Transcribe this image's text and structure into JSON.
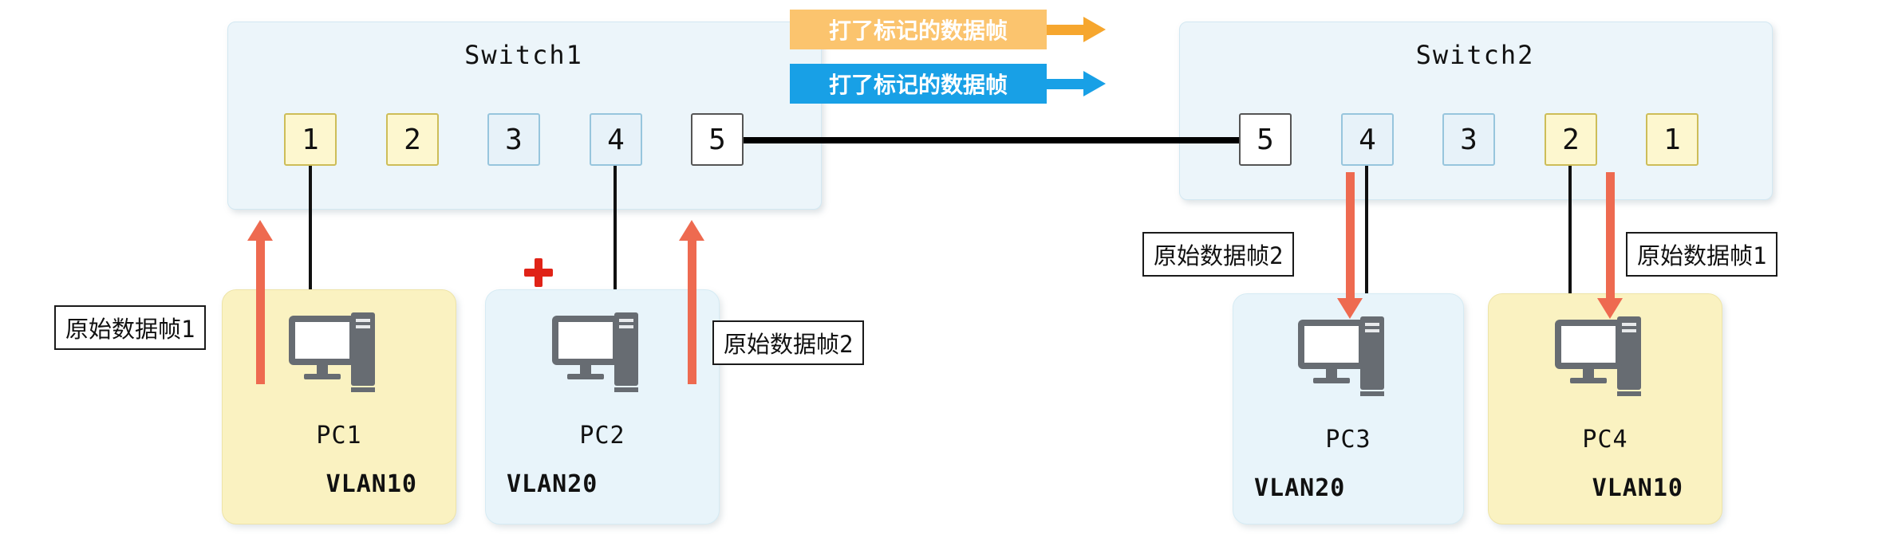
{
  "legend": {
    "items": [
      {
        "label": "打了标记的数据帧",
        "style": "orange",
        "bg": "#fbc46e",
        "arrow_color": "#f6a62e"
      },
      {
        "label": "打了标记的数据帧",
        "style": "blue",
        "bg": "#18a0e6",
        "arrow_color": "#18a0e6"
      }
    ]
  },
  "switch1": {
    "title": "Switch1",
    "ports": [
      {
        "label": "1",
        "color": "yellow"
      },
      {
        "label": "2",
        "color": "yellow"
      },
      {
        "label": "3",
        "color": "blue"
      },
      {
        "label": "4",
        "color": "blue"
      },
      {
        "label": "5",
        "color": "white"
      }
    ]
  },
  "switch2": {
    "title": "Switch2",
    "ports": [
      {
        "label": "5",
        "color": "white"
      },
      {
        "label": "4",
        "color": "blue"
      },
      {
        "label": "3",
        "color": "blue"
      },
      {
        "label": "2",
        "color": "yellow"
      },
      {
        "label": "1",
        "color": "yellow"
      }
    ]
  },
  "pcs": [
    {
      "name": "PC1",
      "vlan": "VLAN10"
    },
    {
      "name": "PC2",
      "vlan": "VLAN20"
    },
    {
      "name": "PC3",
      "vlan": "VLAN20"
    },
    {
      "name": "PC4",
      "vlan": "VLAN10"
    }
  ],
  "frame_labels": {
    "pc1": "原始数据帧1",
    "pc2": "原始数据帧2",
    "pc3": "原始数据帧2",
    "pc4": "原始数据帧1"
  },
  "icons": {
    "pc": "desktop-computer-icon",
    "pc2_marker": "red-plus-icon",
    "legend_arrow": "right-arrow-icon",
    "frame_up": "red-up-arrow-icon",
    "frame_down": "red-down-arrow-icon"
  },
  "colors": {
    "switch_bg": "#ecf5fa",
    "port_yellow_bg": "#fdf7cf",
    "port_blue_bg": "#e7f2f9",
    "port_white_bg": "#ffffff",
    "vlan10_box_bg": "#faf2c1",
    "vlan20_box_bg": "#e8f4fa",
    "frame_arrow": "#ee6a50",
    "trunk_line": "#000000",
    "plus_marker": "#e02317"
  }
}
